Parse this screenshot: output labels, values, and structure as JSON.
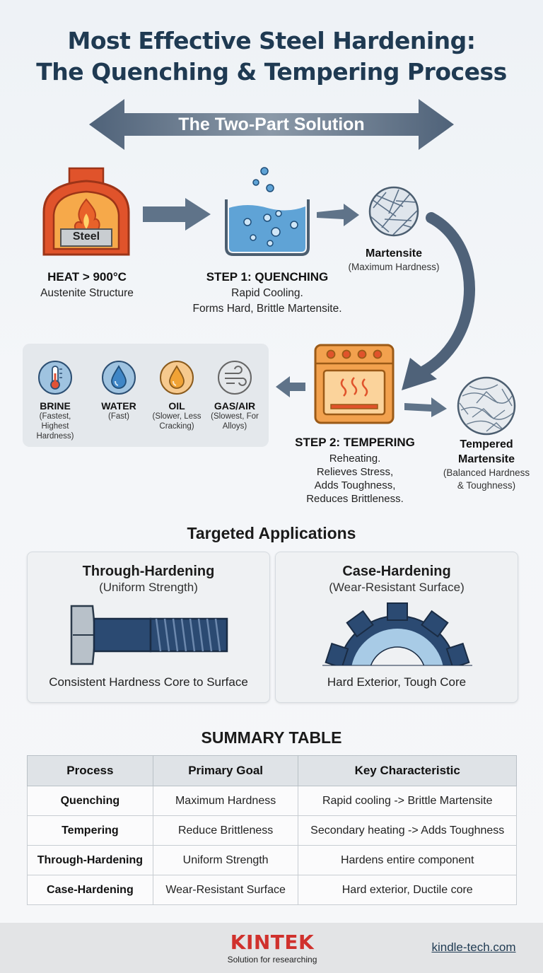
{
  "title": {
    "line1": "Most Effective Steel Hardening:",
    "line2": "The Quenching & Tempering Process"
  },
  "banner": {
    "text": "The Two-Part Solution"
  },
  "heat": {
    "furnace_label": "Steel",
    "title": "HEAT > 900°C",
    "desc": "Austenite Structure"
  },
  "quench": {
    "title": "STEP 1: QUENCHING",
    "line1": "Rapid Cooling.",
    "line2": "Forms Hard, Brittle Martensite."
  },
  "martensite": {
    "title": "Martensite",
    "desc": "(Maximum Hardness)"
  },
  "media": [
    {
      "name": "BRINE",
      "desc1": "(Fastest, Highest",
      "desc2": "Hardness)",
      "icon": "thermometer-icon"
    },
    {
      "name": "WATER",
      "desc1": "(Fast)",
      "desc2": "",
      "icon": "water-drop-icon"
    },
    {
      "name": "OIL",
      "desc1": "(Slower, Less",
      "desc2": "Cracking)",
      "icon": "oil-drop-icon"
    },
    {
      "name": "GAS/AIR",
      "desc1": "(Slowest, For",
      "desc2": "Alloys)",
      "icon": "wind-icon"
    }
  ],
  "temper": {
    "title": "STEP 2: TEMPERING",
    "line1": "Reheating.",
    "line2": "Relieves Stress,",
    "line3": "Adds Toughness,",
    "line4": "Reduces Brittleness."
  },
  "tempered": {
    "title1": "Tempered",
    "title2": "Martensite",
    "desc1": "(Balanced Hardness",
    "desc2": "& Toughness)"
  },
  "applications": {
    "heading": "Targeted Applications",
    "through": {
      "title": "Through-Hardening",
      "sub": "(Uniform Strength)",
      "foot": "Consistent Hardness Core to Surface"
    },
    "case": {
      "title": "Case-Hardening",
      "sub": "(Wear-Resistant Surface)",
      "foot": "Hard Exterior, Tough Core"
    }
  },
  "summary": {
    "heading": "SUMMARY TABLE",
    "headers": [
      "Process",
      "Primary Goal",
      "Key Characteristic"
    ],
    "rows": [
      [
        "Quenching",
        "Maximum Hardness",
        "Rapid cooling -> Brittle Martensite"
      ],
      [
        "Tempering",
        "Reduce Brittleness",
        "Secondary heating -> Adds Toughness"
      ],
      [
        "Through-Hardening",
        "Uniform Strength",
        "Hardens entire component"
      ],
      [
        "Case-Hardening",
        "Wear-Resistant Surface",
        "Hard exterior, Ductile core"
      ]
    ]
  },
  "footer": {
    "brand": "KINTEK",
    "tagline": "Solution for researching",
    "link": "kindle-tech.com"
  },
  "colors": {
    "title": "#1f3a52",
    "arrow": "#5f7389",
    "furnace": "#e0532b",
    "water": "#5fa3d6",
    "oven": "#f2a14e",
    "steel": "#2b4a72",
    "brand": "#d0312d"
  }
}
